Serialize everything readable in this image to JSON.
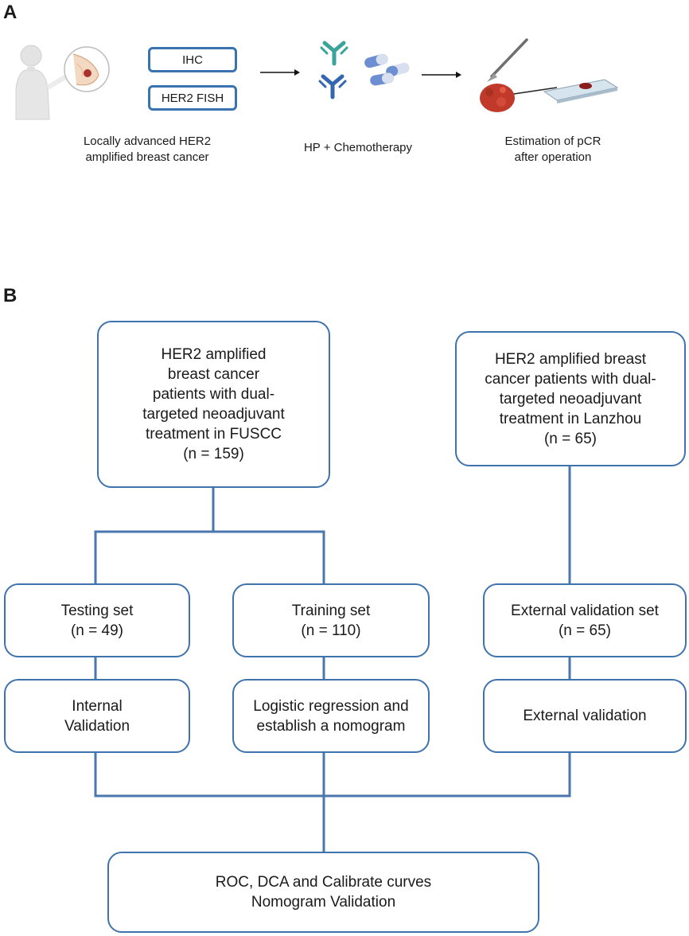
{
  "panel_a": {
    "letter": "A",
    "ihc_label": "IHC",
    "fish_label": "HER2  FISH",
    "caption_patient": [
      "Locally advanced HER2",
      "amplified breast cancer"
    ],
    "caption_treatment": "HP  + Chemotherapy",
    "caption_outcome": [
      "Estimation of pCR",
      "after operation"
    ],
    "icons": [
      "patient-silhouette-icon",
      "breast-tumor-icon",
      "antibody-icon",
      "capsule-icon",
      "scalpel-icon",
      "tissue-sample-icon",
      "glass-slide-icon"
    ]
  },
  "panel_b": {
    "letter": "B",
    "fuscc_cohort": [
      "HER2 amplified",
      "breast cancer",
      "patients with dual-",
      "targeted neoadjuvant",
      "treatment in FUSCC",
      "(n = 159)"
    ],
    "lanzhou_cohort": [
      "HER2 amplified breast",
      "cancer patients with dual-",
      "targeted neoadjuvant",
      "treatment in Lanzhou",
      "(n = 65)"
    ],
    "testing_set": [
      "Testing set",
      "(n = 49)"
    ],
    "training_set": [
      "Training set",
      "(n = 110)"
    ],
    "external_set": [
      "External validation set",
      "(n = 65)"
    ],
    "internal_validation": [
      "Internal",
      "Validation"
    ],
    "nomogram": [
      "Logistic regression and",
      "establish a nomogram"
    ],
    "external_validation": [
      "External validation"
    ],
    "final": [
      "ROC, DCA and Calibrate curves",
      "Nomogram  Validation"
    ]
  },
  "colors": {
    "box_border": "#3f73ad",
    "connector": "#4a77ad",
    "pill_border": "#3a73b1",
    "antibody_teal": "#3aa39a",
    "antibody_blue": "#3467b0",
    "tissue_red": "#c0392b"
  }
}
